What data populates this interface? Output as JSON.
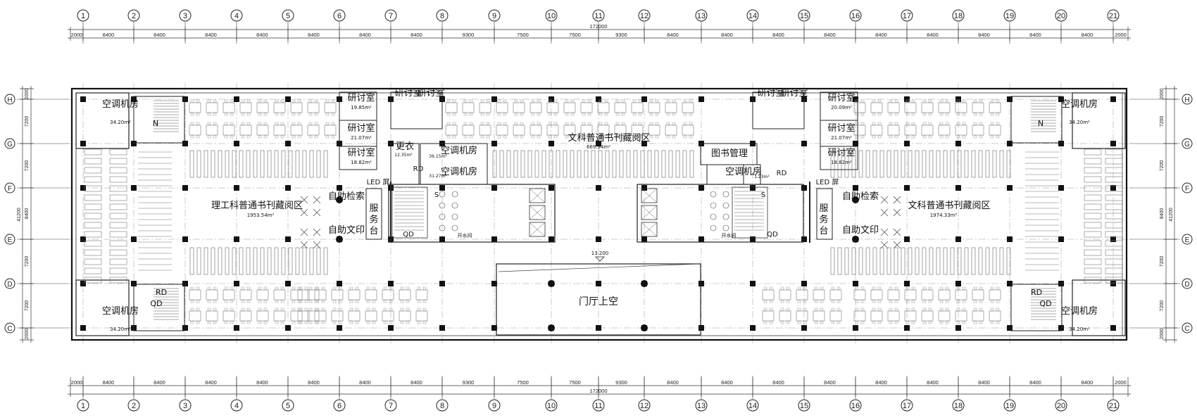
{
  "grid_columns": [
    "1",
    "2",
    "3",
    "4",
    "5",
    "6",
    "7",
    "8",
    "9",
    "10",
    "11",
    "12",
    "13",
    "14",
    "15",
    "16",
    "17",
    "18",
    "19",
    "20",
    "21"
  ],
  "grid_rows": [
    "H",
    "G",
    "F",
    "E",
    "D",
    "C"
  ],
  "dim_top": {
    "total": "172000",
    "spans": [
      "2000",
      "8400",
      "8400",
      "8400",
      "8400",
      "8400",
      "8400",
      "8400",
      "9300",
      "7500",
      "7500",
      "9300",
      "8400",
      "8400",
      "8400",
      "8400",
      "8400",
      "8400",
      "8400",
      "8400",
      "8400",
      "2000"
    ]
  },
  "dim_side": {
    "total": "41200",
    "spans": [
      "2000",
      "7200",
      "7200",
      "8400",
      "7200",
      "7200",
      "2000"
    ]
  },
  "rooms": {
    "ac_room_tl": "空调机房",
    "ac_area_tl": "34.20m²",
    "ac_room_bl": "空调机房",
    "ac_area_bl": "34.20m²",
    "ac_room_tr": "空调机房",
    "ac_area_tr": "34.20m²",
    "ac_room_br": "空调机房",
    "ac_area_br": "34.20m²",
    "seminar_1": "研讨室",
    "seminar_1_area": "19.85m²",
    "seminar_2": "研讨室",
    "seminar_2_area": "21.07m²",
    "seminar_3": "研讨室",
    "seminar_3_area": "18.82m²",
    "seminar_4": "研讨室",
    "seminar_5": "研讨室",
    "seminar_6": "研讨室",
    "seminar_7": "研讨室",
    "seminar_8": "研讨室",
    "seminar_8_area": "20.09m²",
    "seminar_9": "研讨室",
    "seminar_9_area": "21.07m²",
    "seminar_10": "研讨室",
    "seminar_10_area": "18.82m²",
    "liberal_center": "文科普通书刊藏阅区",
    "liberal_center_area": "669.94m²",
    "changing": "更衣",
    "changing_area": "12.35m²",
    "ac_center_1": "空调机房",
    "ac_center_1_area": "36.15m²",
    "ac_center_2": "空调机房",
    "ac_center_2_area": "31.27m²",
    "library_mgmt": "图书管理",
    "ac_center_3": "空调机房",
    "ac_center_3_area": "1.23m²",
    "sci_reading": "理工科普通书刊藏阅区",
    "sci_reading_area": "1953.54m²",
    "liberal_right": "文科普通书刊藏阅区",
    "liberal_right_area": "1974.33m²",
    "self_search_l": "自助检索",
    "self_print_l": "自助文印",
    "self_search_r": "自助检索",
    "self_print_r": "自助文印",
    "led_l": "LED 屏",
    "led_r": "LED 屏",
    "service_l": "服务台",
    "service_r": "服务台",
    "lobby_void": "门厅上空",
    "rd": "RD",
    "qd": "QD",
    "n": "N",
    "s": "S",
    "level": "13.200",
    "water_room": "开水间"
  }
}
